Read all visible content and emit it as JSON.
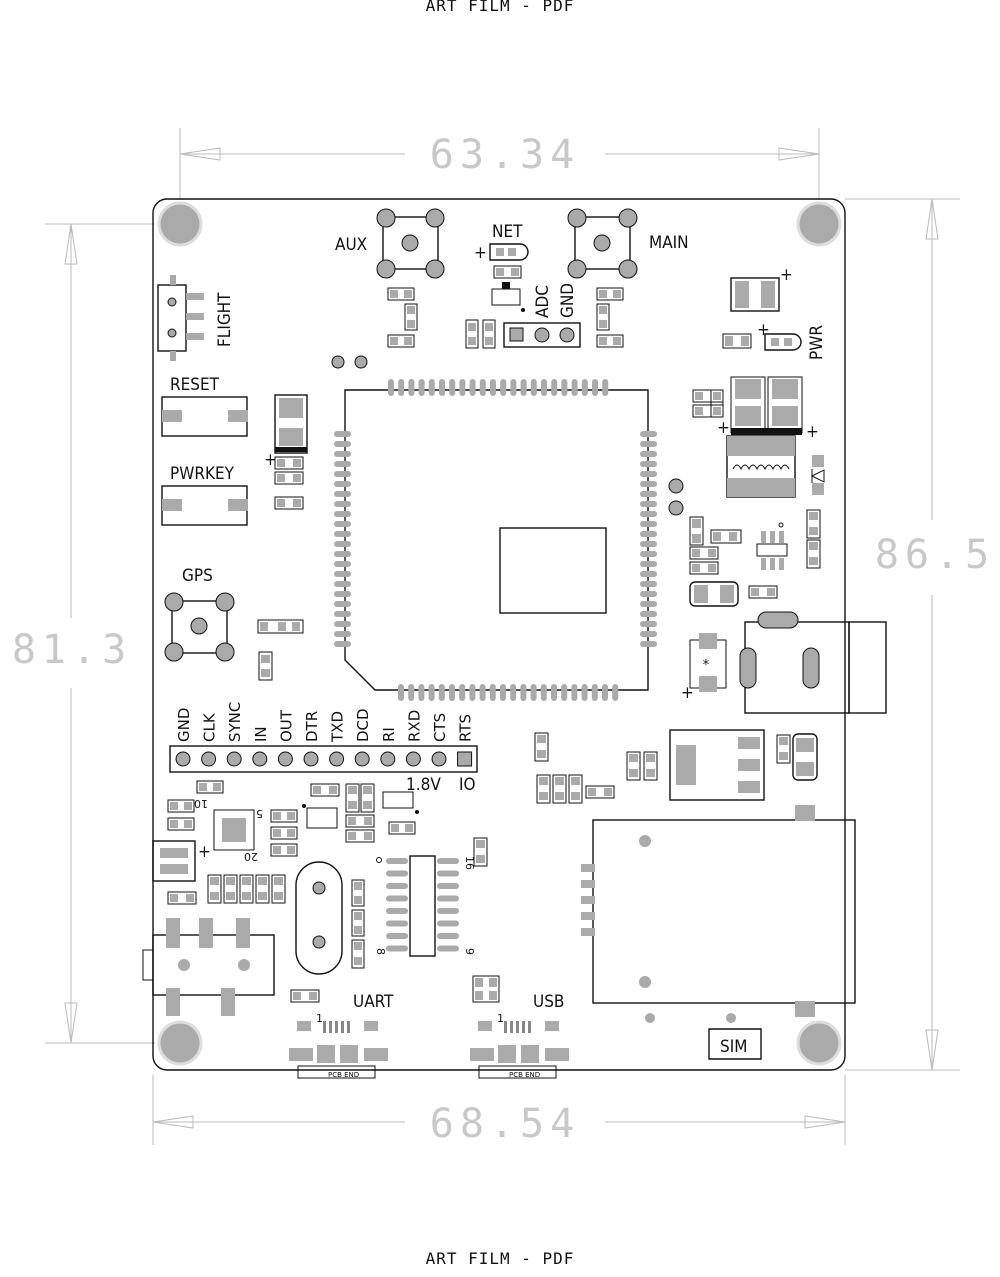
{
  "header": {
    "top": "ART FILM - PDF",
    "bottom": "ART FILM - PDF"
  },
  "dimensions": {
    "top_width": "63.34",
    "bottom_width": "68.54",
    "left_height": "81.3",
    "right_height": "86.5"
  },
  "labels": {
    "aux": "AUX",
    "net": "NET",
    "main": "MAIN",
    "adc": "ADC",
    "gnd": "GND",
    "flight": "FLIGHT",
    "pwr": "PWR",
    "reset": "RESET",
    "pwrkey": "PWRKEY",
    "gps": "GPS",
    "io_voltage": "1.8V",
    "io": "IO",
    "uart": "UART",
    "usb": "USB",
    "sim": "SIM",
    "ic_pin_10": "10",
    "ic_pin_5": "5",
    "ic_pin_20": "20",
    "ic_pin_16": "16",
    "ic_pin_9": "9",
    "ic_pin_8": "8",
    "pin1_uart": "1",
    "pin1_usb": "1",
    "plus": "+",
    "usb_conn_uart": "PCB END",
    "usb_conn_usb": "PCB END"
  },
  "header_pins": [
    "GND",
    "CLK",
    "SYNC",
    "IN",
    "OUT",
    "DTR",
    "TXD",
    "DCD",
    "RI",
    "RXD",
    "CTS",
    "RTS"
  ]
}
